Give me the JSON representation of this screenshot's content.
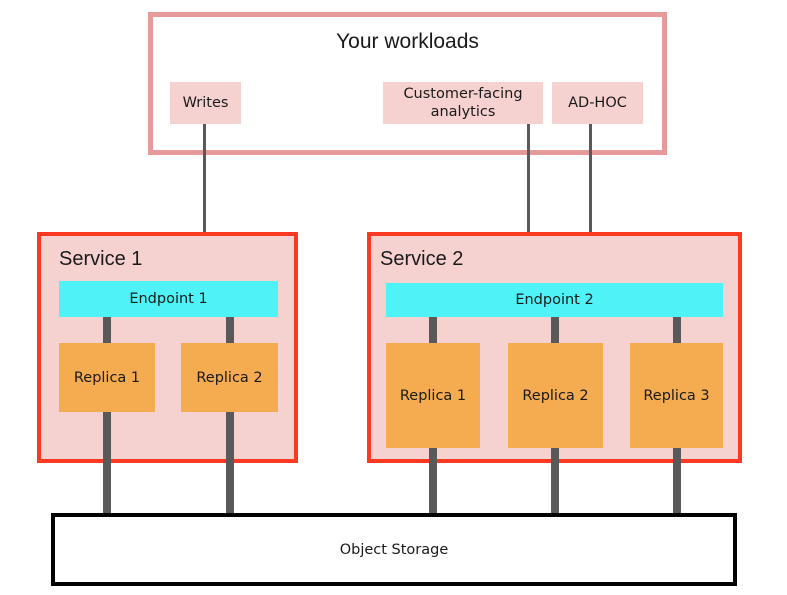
{
  "diagram": {
    "title": "Your workloads",
    "colors": {
      "workloads_border": "#e79a9a",
      "chip_fill": "#f5d2d0",
      "service_border": "#fc3a23",
      "service_fill": "#f5d2d0",
      "endpoint_fill": "#4ef2f7",
      "replica_fill": "#f5ac51",
      "storage_border": "#000000",
      "connector": "#595959"
    },
    "workloads": {
      "title": "Your workloads",
      "chips": [
        {
          "label": "Writes"
        },
        {
          "label": "Customer-facing analytics"
        },
        {
          "label": "AD-HOC"
        }
      ]
    },
    "services": [
      {
        "label": "Service 1",
        "endpoint": "Endpoint 1",
        "replicas": [
          {
            "label": "Replica 1"
          },
          {
            "label": "Replica 2"
          }
        ]
      },
      {
        "label": "Service 2",
        "endpoint": "Endpoint 2",
        "replicas": [
          {
            "label": "Replica 1"
          },
          {
            "label": "Replica 2"
          },
          {
            "label": "Replica 3"
          }
        ]
      }
    ],
    "storage": {
      "label": "Object Storage"
    },
    "flows": [
      {
        "from": "Writes",
        "to": "Endpoint 1"
      },
      {
        "from": "Customer-facing analytics",
        "to": "Endpoint 2"
      },
      {
        "from": "AD-HOC",
        "to": "Endpoint 2"
      }
    ]
  }
}
